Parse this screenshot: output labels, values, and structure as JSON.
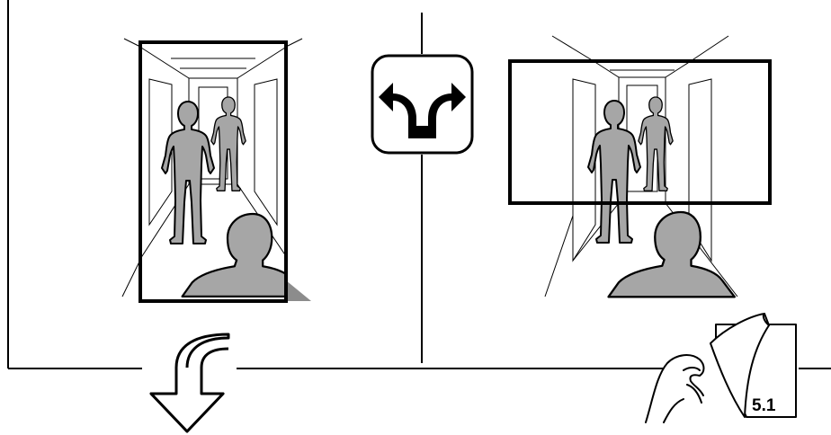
{
  "diagram": {
    "left_panel": {
      "orientation": "portrait",
      "people_count": 3
    },
    "right_panel": {
      "orientation": "landscape",
      "people_count": 3
    },
    "split_icon": "split-arrow-icon",
    "continue_icon": "down-arrow-icon",
    "page_turn_icon": "hand-turning-page-icon",
    "page_label": "5.1"
  },
  "colors": {
    "line": "#000000",
    "figure": "#a6a6a6",
    "background": "#ffffff"
  }
}
